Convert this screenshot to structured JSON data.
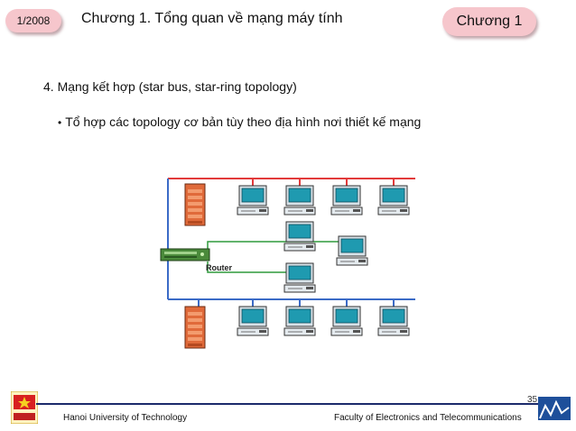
{
  "header": {
    "date_badge": "1/2008",
    "title": "Chương 1.  Tổng quan về mạng máy tính",
    "chapter_badge": "Chương 1"
  },
  "content": {
    "heading": "4. Mạng kết hợp (star bus, star-ring topology)",
    "bullet": "Tổ hợp các topology cơ bản tùy theo địa hình nơi thiết kế mạng"
  },
  "diagram": {
    "router_label": "Router",
    "colors": {
      "bus_red": "#e23a3a",
      "bus_blue": "#3b6bc7",
      "link_green": "#2e9a3b",
      "server": "#e06a3a",
      "monitor": "#1f9ab0"
    }
  },
  "footer": {
    "left": "Hanoi University of Technology",
    "right": "Faculty of Electronics and Telecommunications",
    "page_number": "35"
  }
}
